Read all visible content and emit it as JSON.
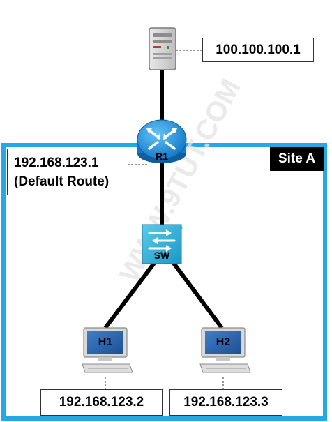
{
  "site": {
    "label": "Site A",
    "border_color": "#22aae6"
  },
  "devices": {
    "server": {
      "ip": "100.100.100.1"
    },
    "router": {
      "name": "R1",
      "ip": "192.168.123.1",
      "note": "(Default Route)",
      "color": "#1e90d8"
    },
    "switch": {
      "name": "SW",
      "color": "#2aaad6"
    },
    "hosts": [
      {
        "name": "H1",
        "ip": "192.168.123.2"
      },
      {
        "name": "H2",
        "ip": "192.168.123.3"
      }
    ]
  },
  "watermark": "WWW.9TUT.COM"
}
